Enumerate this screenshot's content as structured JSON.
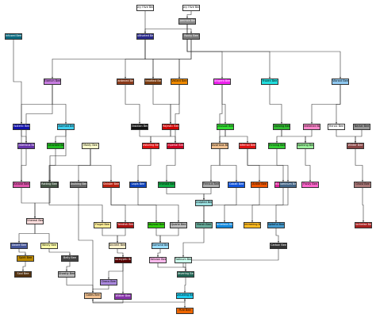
{
  "diagram": {
    "nodes": [
      {
        "id": "any1",
        "label": "Any Hive Bee",
        "fill": "#ffffff",
        "text": "#000000"
      },
      {
        "id": "any2",
        "label": "Any Hive Bee",
        "fill": "#ffffff",
        "text": "#000000"
      },
      {
        "id": "common",
        "label": "Common Bee",
        "fill": "#8c8c8c",
        "text": "#ffffff"
      },
      {
        "id": "infused",
        "label": "Infused Bee",
        "fill": "#0b6b80",
        "text": "#ffffff"
      },
      {
        "id": "cultivated",
        "label": "Cultivated Bee",
        "fill": "#2b2b8c",
        "text": "#ffffff"
      },
      {
        "id": "rocky",
        "label": "Rocky Bee",
        "fill": "#7a7a7a",
        "text": "#ffffff"
      },
      {
        "id": "eldritch",
        "label": "Eldritch Bee",
        "fill": "#c77de0",
        "text": "#000000"
      },
      {
        "id": "hardened",
        "label": "Hardened Bee",
        "fill": "#8b3a1a",
        "text": "#ffffff"
      },
      {
        "id": "steadfast",
        "label": "Steadfast Bee",
        "fill": "#7a3b10",
        "text": "#ffffff"
      },
      {
        "id": "valiant",
        "label": "Valiant Bee",
        "fill": "#f08a00",
        "text": "#000000"
      },
      {
        "id": "diligent",
        "label": "Diligent Bee",
        "fill": "#ee22ee",
        "text": "#ffffff"
      },
      {
        "id": "frozen",
        "label": "Frozen Bee",
        "fill": "#22dddd",
        "text": "#000000"
      },
      {
        "id": "vibrant",
        "label": "Vibrant Bee",
        "fill": "#8fc8f0",
        "text": "#000000"
      },
      {
        "id": "esoteric",
        "label": "Esoteric Bee",
        "fill": "#1010aa",
        "text": "#ffffff"
      },
      {
        "id": "charmed",
        "label": "Charmed Bee",
        "fill": "#40d0f0",
        "text": "#000000"
      },
      {
        "id": "obsidian",
        "label": "Obsidian Bee",
        "fill": "#111111",
        "text": "#ffffff"
      },
      {
        "id": "majestic",
        "label": "Majestic Bee",
        "fill": "#cc0000",
        "text": "#ffffff"
      },
      {
        "id": "unusual",
        "label": "Unusual Bee",
        "fill": "#33dd33",
        "text": "#000000"
      },
      {
        "id": "growing",
        "label": "Growing Bee",
        "fill": "#33bb33",
        "text": "#000000"
      },
      {
        "id": "sweetened",
        "label": "Sweetened Bee",
        "fill": "#ff88cc",
        "text": "#000000"
      },
      {
        "id": "heroic",
        "label": "Heroic Bee",
        "fill": "#ffffff",
        "text": "#000000"
      },
      {
        "id": "nectar",
        "label": "Nectar Bee",
        "fill": "#999999",
        "text": "#000000"
      },
      {
        "id": "mysterious",
        "label": "Mysterious Bee",
        "fill": "#6633aa",
        "text": "#ffffff"
      },
      {
        "id": "enchanted",
        "label": "Enchanted Bee",
        "fill": "#22bb22",
        "text": "#000000"
      },
      {
        "id": "moldy",
        "label": "Moldy Bee",
        "fill": "#ffffcc",
        "text": "#000000"
      },
      {
        "id": "restoring",
        "label": "Restoring Bee",
        "fill": "#dd1111",
        "text": "#ffffff"
      },
      {
        "id": "imperial",
        "label": "Imperial Bee",
        "fill": "#cc0022",
        "text": "#ffffff"
      },
      {
        "id": "industrious",
        "label": "Industrious Bee",
        "fill": "#f0c090",
        "text": "#000000"
      },
      {
        "id": "infernal",
        "label": "Infernal Bee",
        "fill": "#dd1111",
        "text": "#ffffff"
      },
      {
        "id": "thriving",
        "label": "Thriving Bee",
        "fill": "#33cc33",
        "text": "#000000"
      },
      {
        "id": "ripening",
        "label": "Ripening Bee",
        "fill": "#99ee99",
        "text": "#000000"
      },
      {
        "id": "winterbrown",
        "label": "Winter Bee",
        "fill": "#884444",
        "text": "#ffffff"
      },
      {
        "id": "arcane",
        "label": "Arcane Bee",
        "fill": "#dd55aa",
        "text": "#000000"
      },
      {
        "id": "supernatural",
        "label": "Supernatural Bee",
        "fill": "#225577",
        "text": "#ffffff"
      },
      {
        "id": "rotting",
        "label": "Rotting Bee",
        "fill": "#445544",
        "text": "#ffffff"
      },
      {
        "id": "skulking",
        "label": "Skulking Bee",
        "fill": "#666666",
        "text": "#ffffff"
      },
      {
        "id": "sinister",
        "label": "Sinister Bee",
        "fill": "#bb2211",
        "text": "#ffffff"
      },
      {
        "id": "lapis",
        "label": "Lapis Bee",
        "fill": "#1144bb",
        "text": "#ffffff"
      },
      {
        "id": "emerald",
        "label": "Emerald Bee",
        "fill": "#11aa44",
        "text": "#000000"
      },
      {
        "id": "ferrous",
        "label": "Ferrous Bee",
        "fill": "#aaaaaa",
        "text": "#000000"
      },
      {
        "id": "cobalt",
        "label": "Cobalt Bee",
        "fill": "#1155dd",
        "text": "#ffffff"
      },
      {
        "id": "ardite",
        "label": "Ardite Bee",
        "fill": "#ee5500",
        "text": "#000000"
      },
      {
        "id": "naturalistic",
        "label": "Naturalistic Bee",
        "fill": "#dd2299",
        "text": "#ffffff"
      },
      {
        "id": "aluminum",
        "label": "Aluminum Bee",
        "fill": "#446688",
        "text": "#ffffff"
      },
      {
        "id": "frosty",
        "label": "Frosty Bee",
        "fill": "#ff66cc",
        "text": "#000000"
      },
      {
        "id": "ghost",
        "label": "Ghost Bee",
        "fill": "#aa7777",
        "text": "#000000"
      },
      {
        "id": "ethereal",
        "label": "Ethereal Bee",
        "fill": "#ffdddd",
        "text": "#000000"
      },
      {
        "id": "frugal",
        "label": "Frugal Bee",
        "fill": "#ffee99",
        "text": "#000000"
      },
      {
        "id": "fiendish",
        "label": "Fiendish Bee",
        "fill": "#aa1111",
        "text": "#ffffff"
      },
      {
        "id": "abyssal",
        "label": "Abyssal Bee",
        "fill": "#33cc11",
        "text": "#000000"
      },
      {
        "id": "quartz",
        "label": "Quartz Bee",
        "fill": "#bbbbbb",
        "text": "#000000"
      },
      {
        "id": "sculpted",
        "label": "Sculpted Bee",
        "fill": "#99dddd",
        "text": "#000000"
      },
      {
        "id": "marsh",
        "label": "Marsh Bee",
        "fill": "#66aa99",
        "text": "#000000"
      },
      {
        "id": "marvelous",
        "label": "Marvelous Bee",
        "fill": "#1188dd",
        "text": "#ffffff"
      },
      {
        "id": "shimmering",
        "label": "Shimmering Bee",
        "fill": "#ffbb22",
        "text": "#000000"
      },
      {
        "id": "spiteful",
        "label": "Spiteful Bee",
        "fill": "#4499cc",
        "text": "#000000"
      },
      {
        "id": "clockwise",
        "label": "Clockwise Bee",
        "fill": "#aa2222",
        "text": "#ffffff"
      },
      {
        "id": "aware",
        "label": "Aware Bee",
        "fill": "#445599",
        "text": "#ffffff"
      },
      {
        "id": "windy",
        "label": "Windy Bee",
        "fill": "#ffffaa",
        "text": "#000000"
      },
      {
        "id": "ancient",
        "label": "Ancient Bee",
        "fill": "#fff3cc",
        "text": "#000000"
      },
      {
        "id": "diamond",
        "label": "Diamond Bee",
        "fill": "#99ddff",
        "text": "#000000"
      },
      {
        "id": "carbon",
        "label": "Carbon Bee",
        "fill": "#333333",
        "text": "#ffffff"
      },
      {
        "id": "spirit",
        "label": "Spirit Bee",
        "fill": "#bb8800",
        "text": "#000000"
      },
      {
        "id": "belly",
        "label": "Belly Bee",
        "fill": "#444444",
        "text": "#ffffff"
      },
      {
        "id": "apocalyptic",
        "label": "Apocalyptic Bee",
        "fill": "#550000",
        "text": "#ffffff"
      },
      {
        "id": "oblivion",
        "label": "Oblivion Bee",
        "fill": "#ffbbee",
        "text": "#000000"
      },
      {
        "id": "platinum",
        "label": "Platinum Bee",
        "fill": "#ccffee",
        "text": "#000000"
      },
      {
        "id": "soul",
        "label": "Soul Bee",
        "fill": "#553311",
        "text": "#ffffff"
      },
      {
        "id": "ghastly",
        "label": "Ghastly Bee",
        "fill": "#bbbbbb",
        "text": "#000000"
      },
      {
        "id": "draco",
        "label": "Draco Bee",
        "fill": "#aa88dd",
        "text": "#000000"
      },
      {
        "id": "wither",
        "label": "Wither Bee",
        "fill": "#8833aa",
        "text": "#ffffff"
      },
      {
        "id": "wavering",
        "label": "Wavering Bee",
        "fill": "#226655",
        "text": "#ffffff"
      },
      {
        "id": "gates",
        "label": "Gates Bee",
        "fill": "#f0c090",
        "text": "#000000"
      },
      {
        "id": "nexus",
        "label": "Evaluating Bee",
        "fill": "#22ccee",
        "text": "#000000"
      },
      {
        "id": "pure",
        "label": "Pure Bee",
        "fill": "#ee6600",
        "text": "#000000"
      }
    ],
    "edges": [
      [
        "any1",
        "cultivated"
      ],
      [
        "any2",
        "common"
      ],
      [
        "common",
        "cultivated"
      ],
      [
        "common",
        "rocky"
      ],
      [
        "common",
        "diligent"
      ],
      [
        "common",
        "frozen"
      ],
      [
        "common",
        "vibrant"
      ],
      [
        "cultivated",
        "eldritch"
      ],
      [
        "cultivated",
        "hardened"
      ],
      [
        "cultivated",
        "steadfast"
      ],
      [
        "cultivated",
        "valiant"
      ],
      [
        "rocky",
        "steadfast"
      ],
      [
        "rocky",
        "valiant"
      ],
      [
        "infused",
        "esoteric"
      ],
      [
        "eldritch",
        "esoteric"
      ],
      [
        "eldritch",
        "charmed"
      ],
      [
        "eldritch",
        "mysterious"
      ],
      [
        "hardened",
        "obsidian"
      ],
      [
        "steadfast",
        "majestic"
      ],
      [
        "valiant",
        "majestic"
      ],
      [
        "valiant",
        "imperial"
      ],
      [
        "diligent",
        "unusual"
      ],
      [
        "diligent",
        "industrious"
      ],
      [
        "frozen",
        "growing"
      ],
      [
        "vibrant",
        "sweetened"
      ],
      [
        "vibrant",
        "heroic"
      ],
      [
        "nectar",
        "winterbrown"
      ],
      [
        "esoteric",
        "mysterious"
      ],
      [
        "esoteric",
        "arcane"
      ],
      [
        "charmed",
        "enchanted"
      ],
      [
        "charmed",
        "supernatural"
      ],
      [
        "obsidian",
        "restoring"
      ],
      [
        "majestic",
        "restoring"
      ],
      [
        "majestic",
        "imperial"
      ],
      [
        "unusual",
        "industrious"
      ],
      [
        "unusual",
        "infernal"
      ],
      [
        "growing",
        "thriving"
      ],
      [
        "growing",
        "ripening"
      ],
      [
        "sweetened",
        "ripening"
      ],
      [
        "heroic",
        "winterbrown"
      ],
      [
        "mysterious",
        "arcane"
      ],
      [
        "enchanted",
        "supernatural"
      ],
      [
        "moldy",
        "rotting"
      ],
      [
        "moldy",
        "skulking"
      ],
      [
        "moldy",
        "sinister"
      ],
      [
        "restoring",
        "lapis"
      ],
      [
        "imperial",
        "emerald"
      ],
      [
        "industrious",
        "ferrous"
      ],
      [
        "industrious",
        "cobalt"
      ],
      [
        "infernal",
        "ardite"
      ],
      [
        "infernal",
        "naturalistic"
      ],
      [
        "thriving",
        "aluminum"
      ],
      [
        "ripening",
        "frosty"
      ],
      [
        "winterbrown",
        "ghost"
      ],
      [
        "arcane",
        "ethereal"
      ],
      [
        "supernatural",
        "ethereal"
      ],
      [
        "rotting",
        "frugal"
      ],
      [
        "sinister",
        "fiendish"
      ],
      [
        "sinister",
        "abyssal"
      ],
      [
        "lapis",
        "quartz"
      ],
      [
        "emerald",
        "sculpted"
      ],
      [
        "ferrous",
        "sculpted"
      ],
      [
        "cobalt",
        "marsh"
      ],
      [
        "ardite",
        "marvelous"
      ],
      [
        "naturalistic",
        "shimmering"
      ],
      [
        "aluminum",
        "spiteful"
      ],
      [
        "ghost",
        "clockwise"
      ],
      [
        "ethereal",
        "aware"
      ],
      [
        "ethereal",
        "windy"
      ],
      [
        "frugal",
        "ancient"
      ],
      [
        "fiendish",
        "ancient"
      ],
      [
        "abyssal",
        "diamond"
      ],
      [
        "quartz",
        "diamond"
      ],
      [
        "sculpted",
        "marsh"
      ],
      [
        "spiteful",
        "carbon"
      ],
      [
        "aware",
        "spirit"
      ],
      [
        "windy",
        "belly"
      ],
      [
        "ancient",
        "apocalyptic"
      ],
      [
        "diamond",
        "oblivion"
      ],
      [
        "marsh",
        "platinum"
      ],
      [
        "spirit",
        "soul"
      ],
      [
        "belly",
        "ghastly"
      ],
      [
        "apocalyptic",
        "draco"
      ],
      [
        "apocalyptic",
        "wither"
      ],
      [
        "oblivion",
        "wavering"
      ],
      [
        "platinum",
        "wavering"
      ],
      [
        "carbon",
        "wavering"
      ],
      [
        "ghastly",
        "gates"
      ],
      [
        "skulking",
        "gates"
      ],
      [
        "draco",
        "gates"
      ],
      [
        "wither",
        "gates"
      ],
      [
        "wavering",
        "nexus"
      ],
      [
        "gates",
        "nexus"
      ],
      [
        "nexus",
        "pure"
      ]
    ]
  }
}
